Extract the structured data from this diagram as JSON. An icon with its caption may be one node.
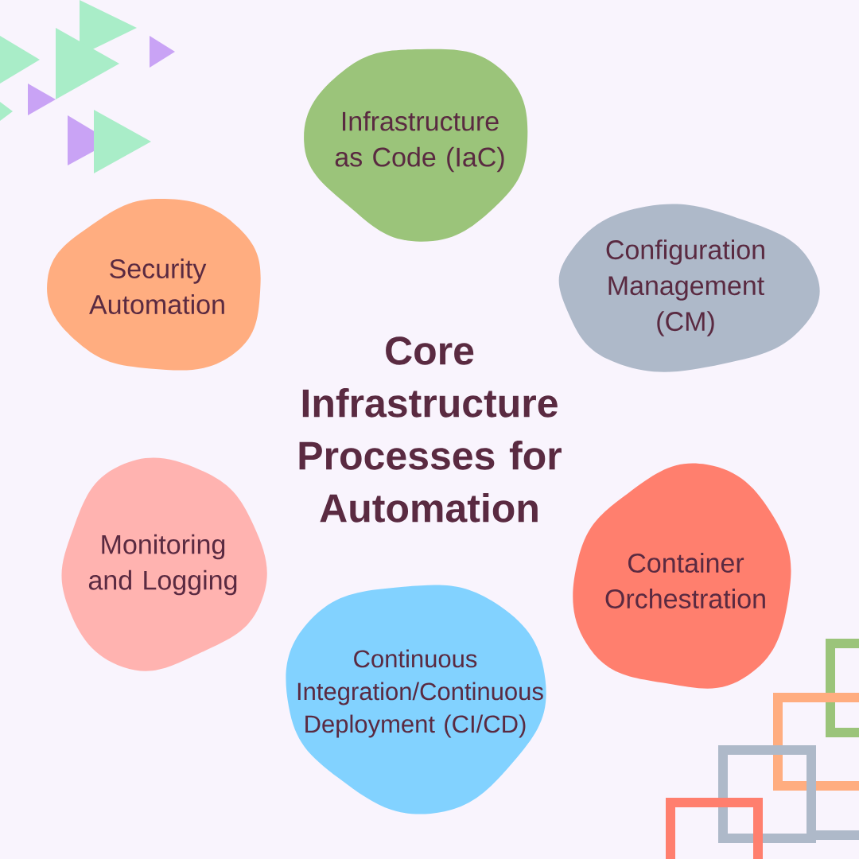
{
  "diagram": {
    "title": "Core Infrastructure Processes for Automation",
    "nodes": [
      {
        "text": [
          "Infrastructure as Code (IaC)"
        ]
      },
      {
        "text": [
          "Configuration Management (CM)"
        ]
      },
      {
        "text": [
          "Container Orchestration"
        ]
      },
      {
        "text": [
          "Continuous Integration/Continuous Deployment (CI/CD)"
        ]
      },
      {
        "text": [
          "Monitoring and Logging"
        ]
      },
      {
        "text": [
          "Security Automation"
        ]
      }
    ]
  }
}
